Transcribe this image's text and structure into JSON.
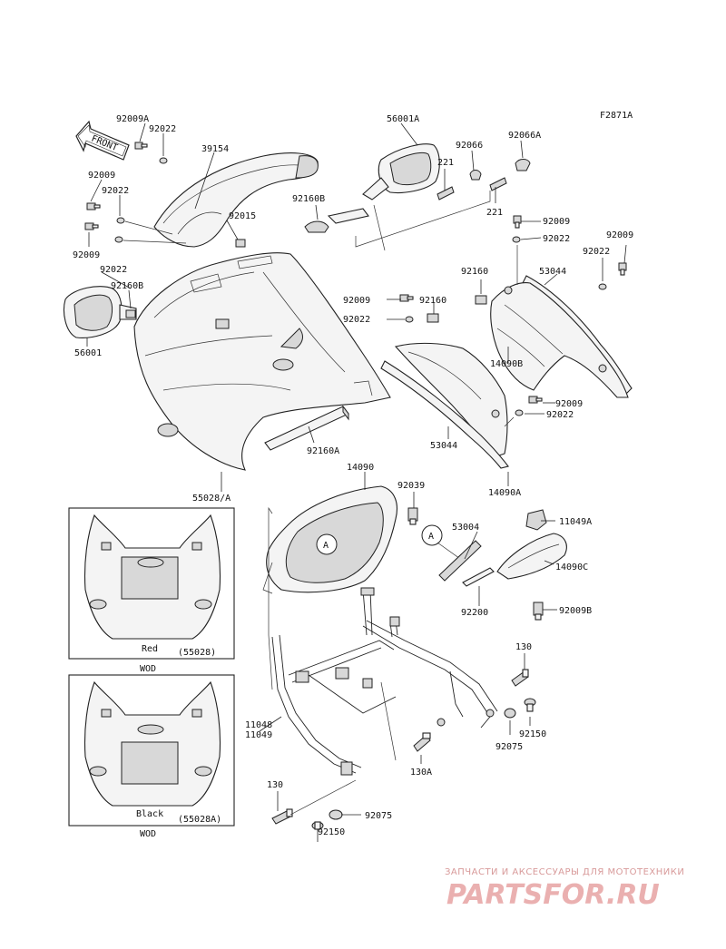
{
  "diagram_code": "F2871A",
  "front_arrow": "FRONT",
  "parts": {
    "p92009A": "92009A",
    "p92022a": "92022",
    "p39154": "39154",
    "p92009a": "92009",
    "p92022b": "92022",
    "p92015": "92015",
    "p92009b": "92009",
    "p92022c": "92022",
    "p92160B_left": "92160B",
    "p56001": "56001",
    "p56001A": "56001A",
    "p92066": "92066",
    "p92066A": "92066A",
    "p221a": "221",
    "p221b": "221",
    "p92160B_top": "92160B",
    "p92009c": "92009",
    "p92022d": "92022",
    "p92009d": "92009",
    "p92022e": "92022",
    "p92160a": "92160",
    "p53044a": "53044",
    "p92009e": "92009",
    "p92160b": "92160",
    "p92022f": "92022",
    "p14090B": "14090B",
    "p92009f": "92009",
    "p92022g": "92022",
    "p53044b": "53044",
    "p92160A": "92160A",
    "p14090A": "14090A",
    "p55028A": "55028/A",
    "p14090": "14090",
    "p92039": "92039",
    "p53004": "53004",
    "p11049A": "11049A",
    "p14090C": "14090C",
    "p92200": "92200",
    "p92009B": "92009B",
    "p130a": "130",
    "p11048": "11048",
    "p11049": "11049",
    "p92150a": "92150",
    "p92075a": "92075",
    "p130A": "130A",
    "p130b": "130",
    "p92075b": "92075",
    "p92150b": "92150"
  },
  "callout_a": "A",
  "insets": [
    {
      "color": "Red",
      "part": "(55028)",
      "note": "WOD"
    },
    {
      "color": "Black",
      "part": "(55028A)",
      "note": "WOD"
    }
  ],
  "watermark": {
    "line1": "ЗАПЧАСТИ И АКСЕССУАРЫ ДЛЯ МОТОТЕХНИКИ",
    "line2": "PARTSFOR.RU"
  }
}
